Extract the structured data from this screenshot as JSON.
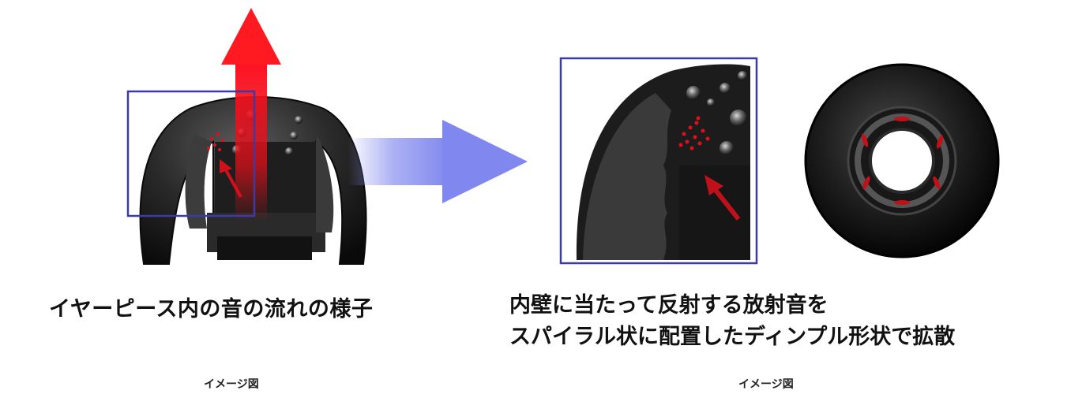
{
  "captions": {
    "left": "イヤーピース内の音の流れの様子",
    "right_line1": "内壁に当たって反射する放射音を",
    "right_line2": "スパイラル状に配置したディンプル形状で拡散"
  },
  "image_notes": {
    "left": "イメージ図",
    "right": "イメージ図"
  },
  "colors": {
    "highlight_box": "#3b3aa6",
    "sound_arrow_red": "#e0101a",
    "flow_arrow_blue": "#8f96f0",
    "ear_tip_dark": "#1a1a1a"
  }
}
